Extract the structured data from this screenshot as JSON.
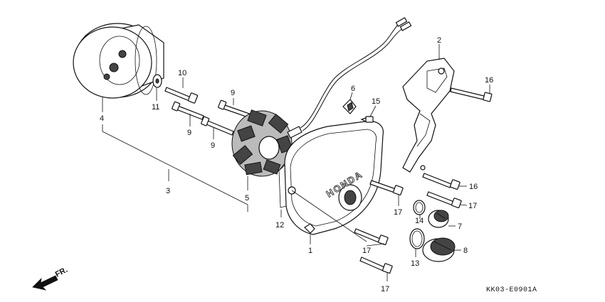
{
  "callouts": {
    "p1": "1",
    "p2": "2",
    "p3": "3",
    "p4": "4",
    "p5": "5",
    "p6": "6",
    "p7": "7",
    "p8": "8",
    "p9a": "9",
    "p9b": "9",
    "p9c": "9",
    "p10": "10",
    "p11": "11",
    "p12": "12",
    "p13": "13",
    "p14": "14",
    "p15": "15",
    "p16a": "16",
    "p16b": "16",
    "p17a": "17",
    "p17b": "17",
    "p17c": "17",
    "p17d": "17"
  },
  "brand_text": "HONDA",
  "direction_label": "FR.",
  "diagram_code": "KK03-E0901A"
}
